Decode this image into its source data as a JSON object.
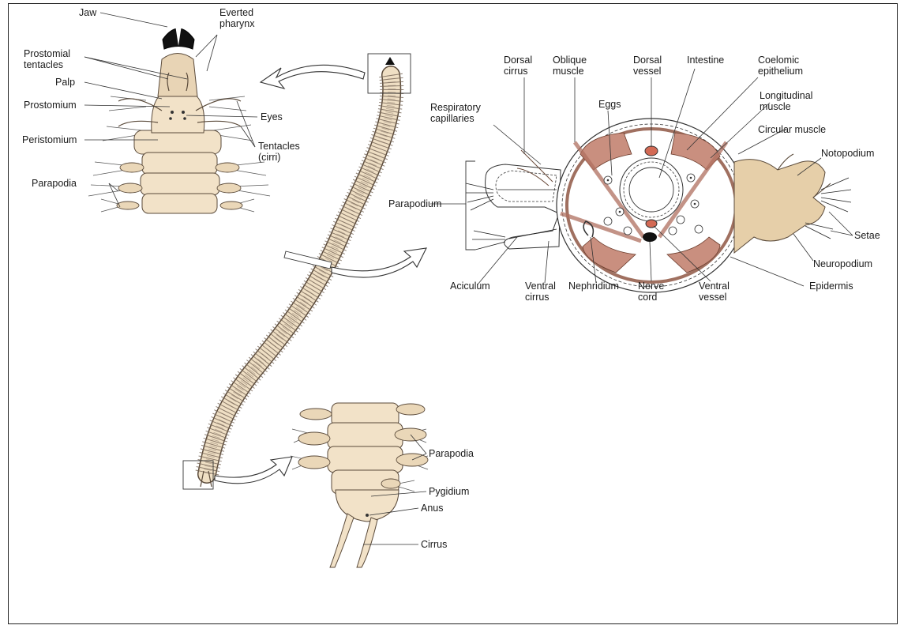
{
  "head_view": {
    "labels": [
      "Jaw",
      "Everted pharynx",
      "Prostomial tentacles",
      "Palp",
      "Prostomium",
      "Eyes",
      "Peristomium",
      "Tentacles (cirri)",
      "Parapodia"
    ]
  },
  "cross_section": {
    "labels": [
      "Dorsal cirrus",
      "Oblique muscle",
      "Dorsal vessel",
      "Intestine",
      "Coelomic epithelium",
      "Longitudinal muscle",
      "Circular muscle",
      "Respiratory capillaries",
      "Eggs",
      "Notopodium",
      "Parapodium",
      "Setae",
      "Neuropodium",
      "Aciculum",
      "Ventral cirrus",
      "Nephridium",
      "Nerve cord",
      "Ventral vessel",
      "Epidermis"
    ]
  },
  "tail_view": {
    "labels": [
      "Parapodia",
      "Pygidium",
      "Anus",
      "Cirrus"
    ]
  },
  "colors": {
    "body": "#f2e2c8",
    "body_shade": "#d9c4a3",
    "muscle": "#c98f7f",
    "outline": "#5a4a3a",
    "jaw": "#111111"
  }
}
